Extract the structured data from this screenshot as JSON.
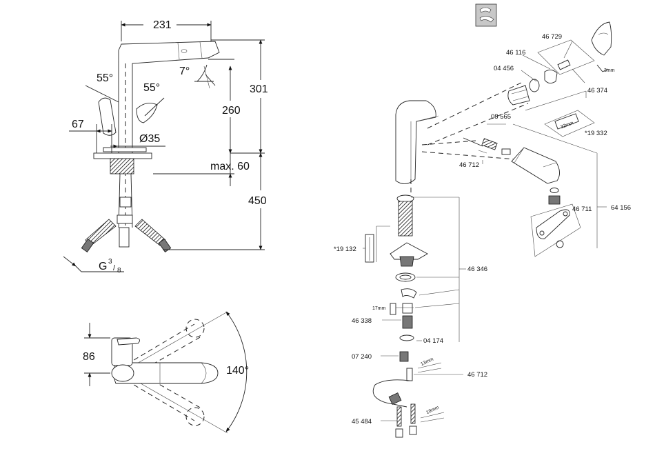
{
  "dimensions": {
    "width_231": "231",
    "height_301": "301",
    "height_260": "260",
    "height_450": "450",
    "max_60": "max. 60",
    "angle_7": "7°",
    "angle_55_left": "55°",
    "angle_55_right": "55°",
    "width_67": "67",
    "diameter_35": "Ø35",
    "thread_g": "G",
    "thread_sup": "3",
    "thread_sub": "8",
    "depth_86": "86",
    "swivel_140": "140°"
  },
  "parts": {
    "p46729": "46 729",
    "p46116": "46 116",
    "p04456": "04 456",
    "p46374": "46 374",
    "p19332": "*19 332",
    "p08565": "08 565",
    "p46712_top": "46 712",
    "p46711": "46 711",
    "p64156": "64 156",
    "p19132": "*19 132",
    "p46346": "46 346",
    "p46338": "46 338",
    "p04174": "04 174",
    "p07240": "07 240",
    "p46712_bottom": "46 712",
    "p45484": "45 484"
  },
  "tool_labels": {
    "mm3": "3mm",
    "mm32": "32mm",
    "mm17": "17mm",
    "mm13": "13mm",
    "mm19": "19mm"
  },
  "icon": {
    "name": "handle-symbol-icon"
  },
  "colors": {
    "line": "#222222",
    "icon_bg": "#c8c8c8"
  }
}
